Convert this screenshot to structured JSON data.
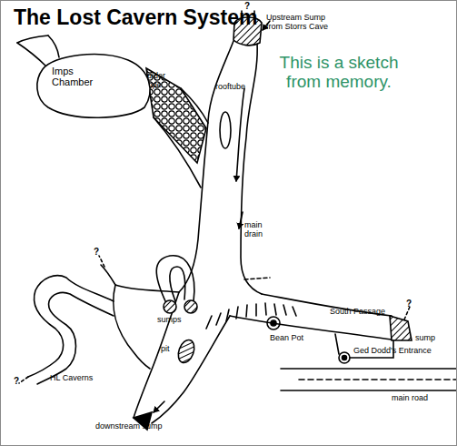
{
  "diagram": {
    "title": "The Lost Cavern System",
    "nodes": [
      {
        "text": [
          "Imps Chamber"
        ]
      }
    ],
    "labels": [
      "?",
      "?",
      "Upstream Sump from Storrs Cave",
      "rooftube",
      "boulder slope",
      "This is a sketch from memory.",
      "main drain",
      "?",
      "sumps",
      "pit",
      "South Passage",
      "?",
      "sump",
      "Bean Pot",
      "Ged Dodd's Entrance",
      "?",
      "HL Caverns",
      "downstream sump",
      "main road"
    ]
  }
}
